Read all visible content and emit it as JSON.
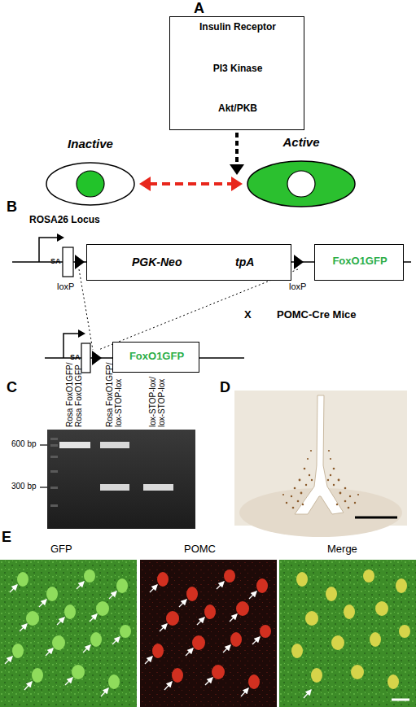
{
  "diagram": {
    "nodes": [
      {
        "text": [
          "Insulin Receptor",
          "PI3 Kinase",
          "Akt/PKB"
        ]
      },
      {
        "text": [
          "Inactive"
        ]
      },
      {
        "text": [
          "Active"
        ]
      },
      {
        "text": [
          "PGK-Neo",
          "tpA"
        ]
      },
      {
        "text": [
          "FoxO1GFP"
        ]
      },
      {
        "text": [
          "FoxO1GFP"
        ]
      }
    ],
    "edges": [
      {
        "from": 1,
        "to": 2,
        "arrow": "both"
      }
    ],
    "labels": [
      "A",
      "B",
      "ROSA26 Locus",
      "SA",
      "loxP",
      "loxP",
      "X",
      "POMC-Cre Mice",
      "SA",
      "C",
      "Rosa FoxO1GFP/ Rosa FoxO1GFP",
      "Rosa FoxO1GFP/ lox-STOP-lox",
      "lox-STOP-lox/ lox-STOP-lox",
      "600 bp",
      "300 bp",
      "D",
      "E",
      "GFP",
      "POMC",
      "Merge"
    ]
  }
}
